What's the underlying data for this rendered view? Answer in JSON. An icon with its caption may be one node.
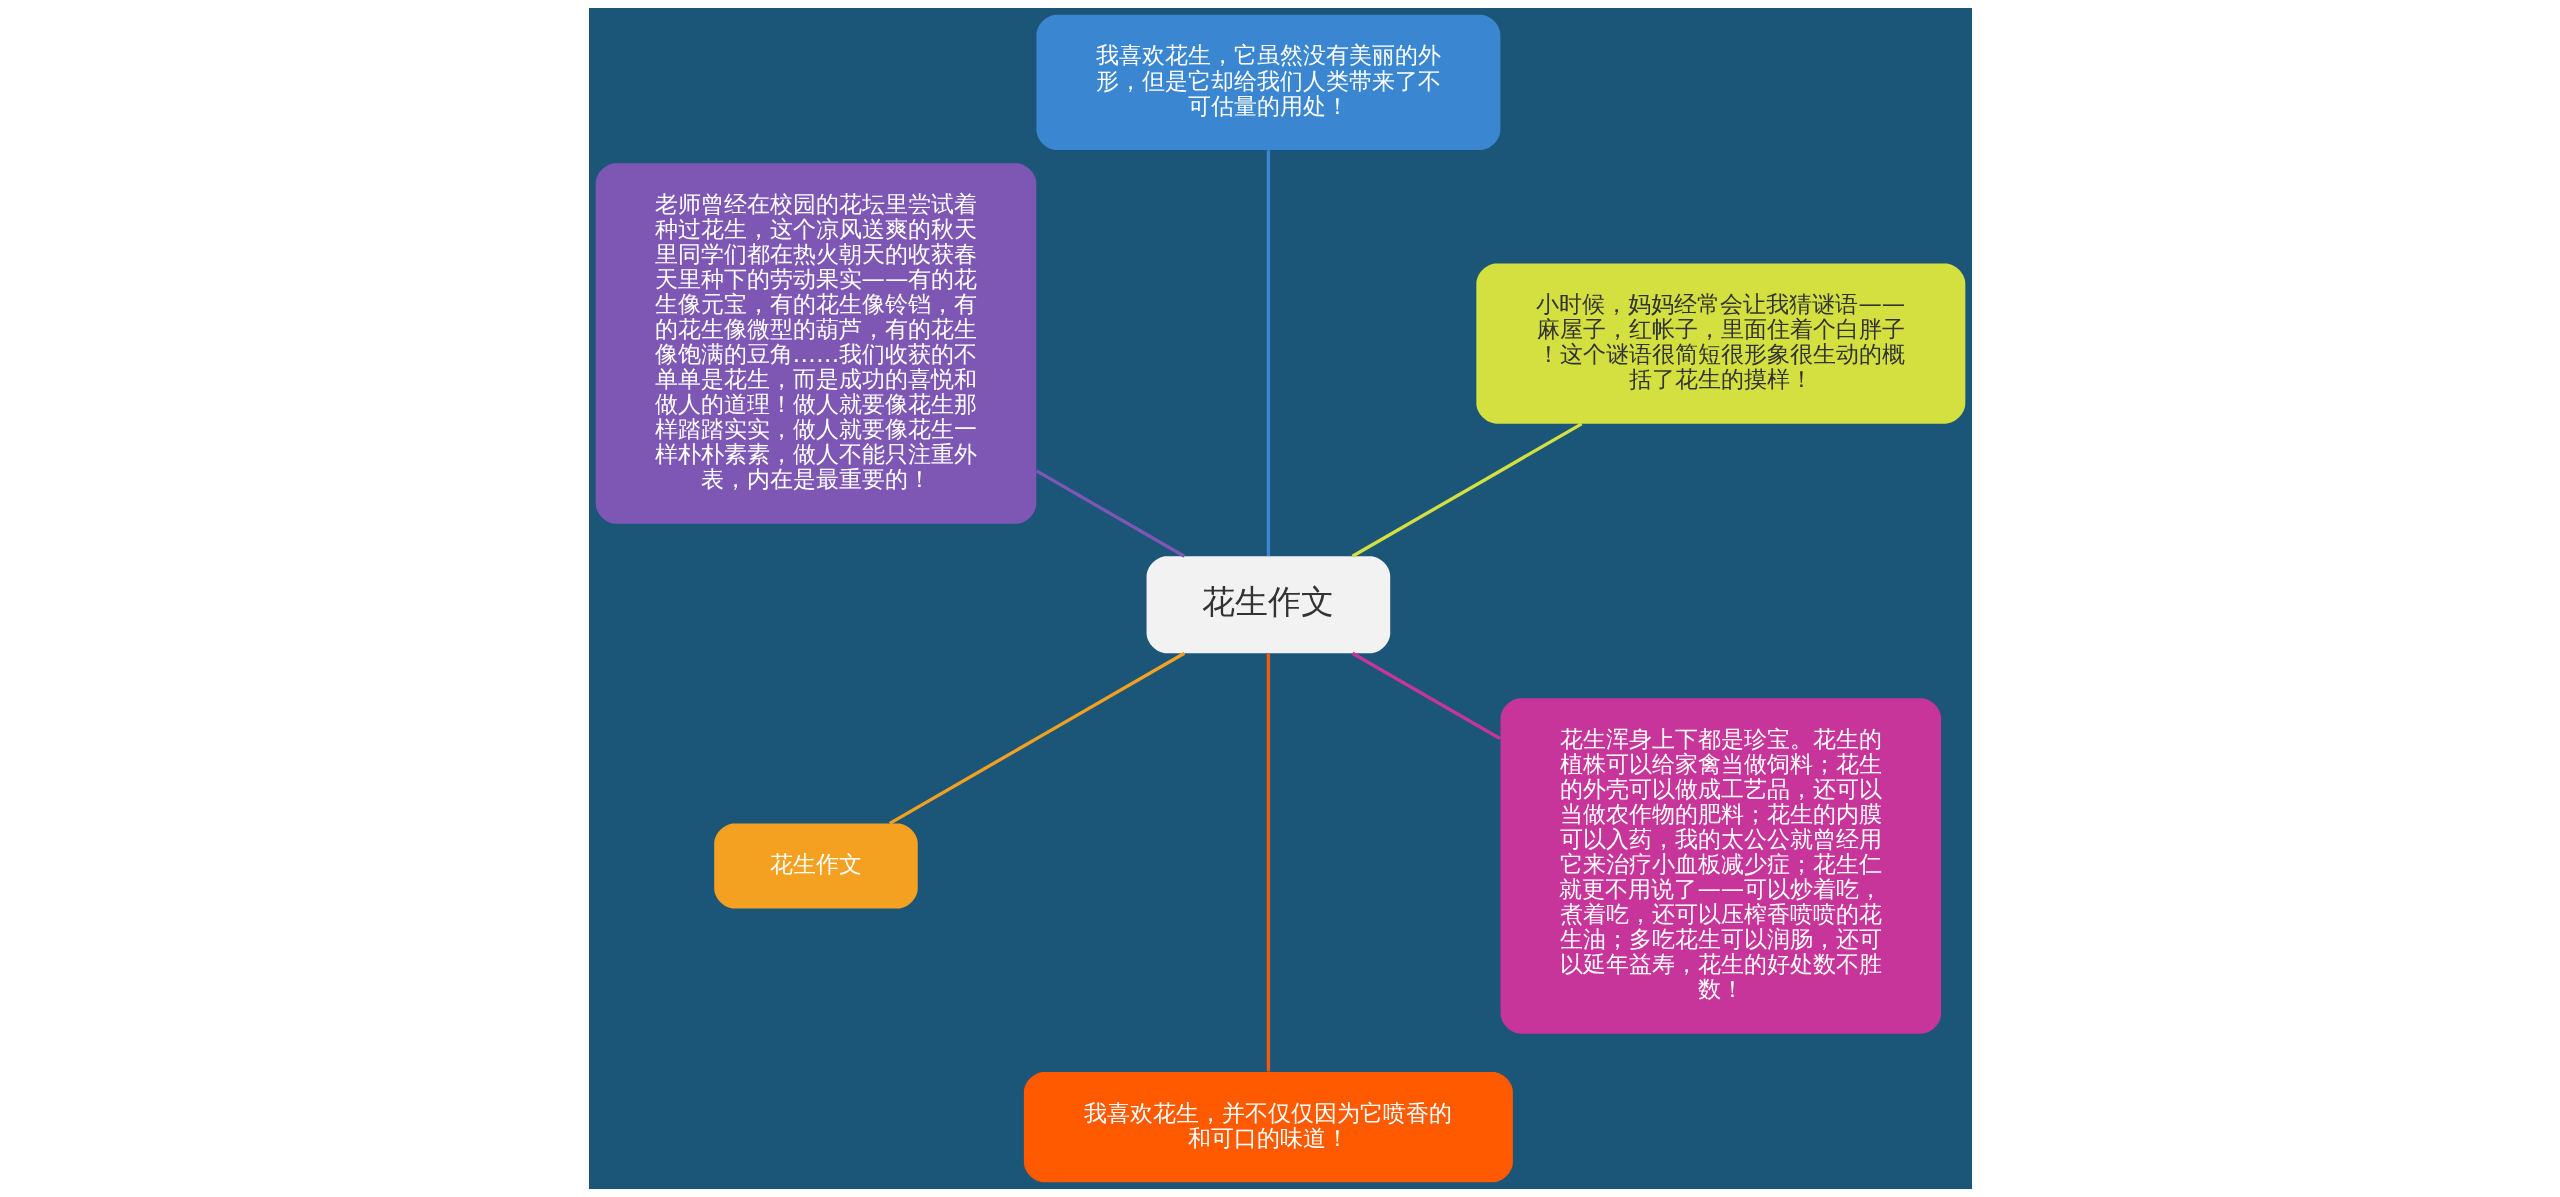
{
  "diagram": {
    "nodes": [
      {
        "text": [
          "花生作文"
        ]
      },
      {
        "text": [
          "小时候，妈妈经常会让我猜谜语——麻屋子，红帐子，里面住着个白胖子！这个谜语很简短很形象很生动的概括了花生的摸样！"
        ]
      },
      {
        "text": [
          "我喜欢花生，它虽然没有美丽的外形，但是它却给我们人类带来了不可估量的用处！"
        ]
      },
      {
        "text": [
          "老师曾经在校园的花坛里尝试着种过花生，这个凉风送爽的秋天里同学们都在热火朝天的收获春天里种下的劳动果实——有的花生像元宝，有的花生像铃铛，有的花生像微型的葫芦，有的花生像饱满的豆角……我们收获的不单单是花生，而是成功的喜悦和做人的道理！做人就要像花生那样踏踏实实，做人就要像花生一样朴朴素素，做人不能只注重外表，内在是最重要的！"
        ]
      },
      {
        "text": [
          "花生作文"
        ]
      },
      {
        "text": [
          "我喜欢花生，并不仅仅因为它喷香的和可口的味道！"
        ]
      },
      {
        "text": [
          "花生浑身上下都是珍宝。花生的植株可以给家禽当做饲料；花生的外壳可以做成工艺品，还可以当做农作物的肥料；花生的内膜可以入药，我的太公公就曾经用它来治疗小血板减少症；花生仁就更不用说了——可以炒着吃，煮着吃，还可以压榨香喷喷的花生油；多吃花生可以润肠，还可以延年益寿，花生的好处数不胜数！"
        ]
      }
    ],
    "edges": [
      {
        "from": 0,
        "to": 1,
        "arrow": "none",
        "color": "#d4e040"
      },
      {
        "from": 0,
        "to": 2,
        "arrow": "none",
        "color": "#3a86d0"
      },
      {
        "from": 0,
        "to": 3,
        "arrow": "none",
        "color": "#7e57b5"
      },
      {
        "from": 0,
        "to": 4,
        "arrow": "none",
        "color": "#f4a020"
      },
      {
        "from": 0,
        "to": 5,
        "arrow": "none",
        "color": "#f05a10"
      },
      {
        "from": 0,
        "to": 6,
        "arrow": "none",
        "color": "#c8359a"
      }
    ]
  }
}
